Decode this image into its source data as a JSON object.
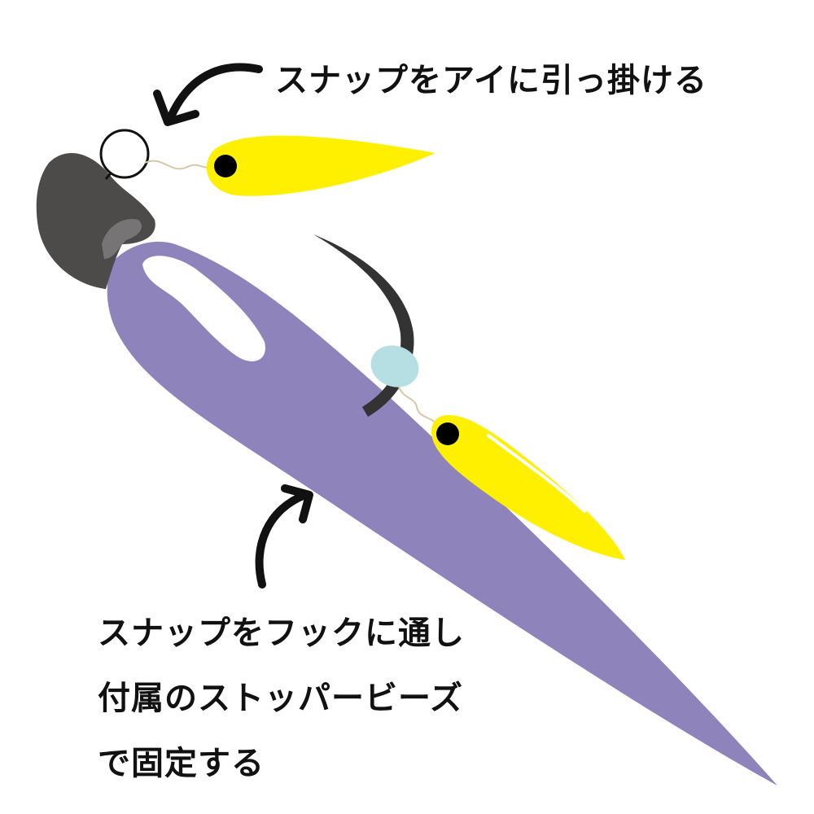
{
  "callouts": {
    "top": "スナップをアイに引っ掛ける",
    "bottom_lines": [
      "スナップをフックに通し",
      "付属のストッパービーズ",
      "で固定する"
    ]
  },
  "colors": {
    "jig_head": "#4d4b4a",
    "worm": "#8f83bb",
    "spoon": "#fff000",
    "bead": "#b6dfe3",
    "hook": "#333333"
  }
}
